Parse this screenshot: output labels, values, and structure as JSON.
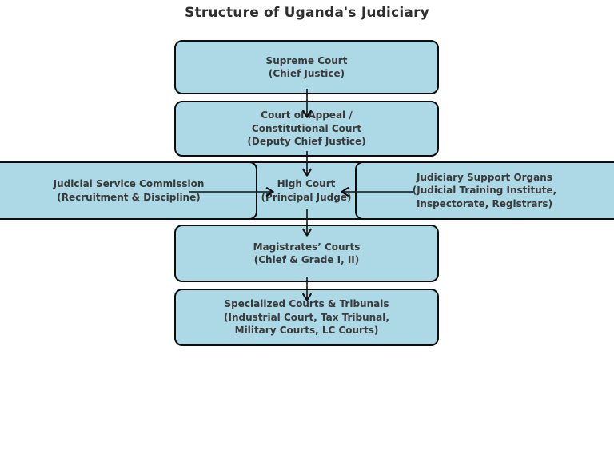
{
  "title": "Structure of Uganda's Judiciary",
  "colors": {
    "box_fill": "#ADD8E6",
    "box_border": "#0d0d0d",
    "text": "#3a3a3a",
    "title_text": "#2e2e2e",
    "arrow": "#111111",
    "background": "#ffffff"
  },
  "nodes": {
    "supreme": {
      "line1": "Supreme Court",
      "line2": "(Chief Justice)"
    },
    "appeal": {
      "line1": "Court of Appeal /",
      "line2": "Constitutional Court",
      "line3": "(Deputy Chief Justice)"
    },
    "jsc": {
      "line1": "Judicial Service Commission",
      "line2": "(Recruitment & Discipline)"
    },
    "high_court": {
      "line1": "High Court",
      "line2": "(Principal Judge)"
    },
    "support": {
      "line1": "Judiciary Support Organs",
      "line2": "(Judicial Training Institute,",
      "line3": "Inspectorate, Registrars)"
    },
    "magistrates": {
      "line1": "Magistrates’ Courts",
      "line2": "(Chief & Grade I, II)"
    },
    "specialized": {
      "line1": "Specialized Courts & Tribunals",
      "line2": "(Industrial Court, Tax Tribunal,",
      "line3": "Military Courts, LC Courts)"
    }
  },
  "edges": [
    {
      "from": "Supreme Court",
      "to": "Court of Appeal / Constitutional Court",
      "direction": "down"
    },
    {
      "from": "Court of Appeal / Constitutional Court",
      "to": "High Court",
      "direction": "down"
    },
    {
      "from": "Judicial Service Commission",
      "to": "High Court",
      "direction": "right"
    },
    {
      "from": "Judiciary Support Organs",
      "to": "High Court",
      "direction": "left"
    },
    {
      "from": "High Court",
      "to": "Magistrates’ Courts",
      "direction": "down"
    },
    {
      "from": "Magistrates’ Courts",
      "to": "Specialized Courts & Tribunals",
      "direction": "down"
    }
  ]
}
